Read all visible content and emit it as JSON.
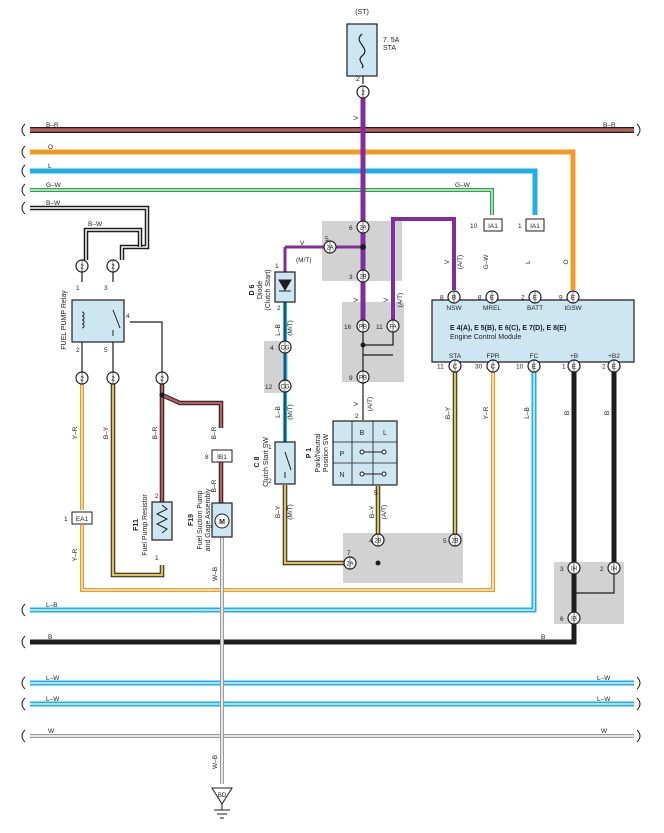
{
  "fuse": {
    "source": "(ST)",
    "rating": "7. 5A",
    "name": "STA",
    "pin": "2"
  },
  "bus_wires": {
    "br": "B–R",
    "o": "O",
    "l": "L",
    "gw": "G–W",
    "bw": "B–W",
    "lb": "L–B",
    "b": "B",
    "lw": "L–W",
    "w": "W",
    "wb": "W–B",
    "v": "V",
    "yr": "Y–R",
    "by": "B–Y",
    "mt": "(M/T)",
    "at": "(A/T)"
  },
  "connectors": {
    "c2A": "2A",
    "c2B": "2B",
    "cPB": "PB",
    "cFA": "FA",
    "cCG": "CG",
    "cIA1": "IA1",
    "cEA1": "EA1",
    "cIB1": "IB1",
    "c2": "2",
    "cIH": "IH",
    "cIB": "IB",
    "cBD": "BD",
    "cR": "R",
    "cE": "E",
    "cC": "C",
    "cM": "M"
  },
  "pins": {
    "p1": "1",
    "p2": "2",
    "p3": "3",
    "p4": "4",
    "p5": "5",
    "p6": "6",
    "p7": "7",
    "p8": "8",
    "p9": "9",
    "p10": "10",
    "p11": "11",
    "p12": "12",
    "p16": "16",
    "p30": "30"
  },
  "components": {
    "relay": "FUEL PUMP Relay",
    "diode_id": "D 6",
    "diode_name": "Diode",
    "diode_sub": "(Clutch Start)",
    "clutch_id": "C 8",
    "clutch_name": "Clutch Start SW",
    "pnp_id": "P 1",
    "pnp_name1": "Park/Neutral",
    "pnp_name2": "Position SW",
    "pnp_B": "B",
    "pnp_L": "L",
    "pnp_P": "P",
    "pnp_N": "N",
    "resistor_id": "F11",
    "resistor_name": "Fuel Pump Resistor",
    "pump_id": "F19",
    "pump_name1": "Fuel Suction Pump",
    "pump_name2": "and Gage Assembly"
  },
  "ecm": {
    "title": "E 4(A), E 5(B), E 6(C), E 7(D), E 8(E)",
    "subtitle": "Engine Control Module",
    "top": [
      {
        "pin": "8",
        "conn": "B",
        "label": "NSW"
      },
      {
        "pin": "8",
        "conn": "E",
        "label": "MREL"
      },
      {
        "pin": "2",
        "conn": "E",
        "label": "BATT"
      },
      {
        "pin": "9",
        "conn": "E",
        "label": "IGSW"
      }
    ],
    "bottom": [
      {
        "pin": "11",
        "conn": "C",
        "label": "STA"
      },
      {
        "pin": "30",
        "conn": "C",
        "label": "FPR"
      },
      {
        "pin": "10",
        "conn": "E",
        "label": "FC"
      },
      {
        "pin": "1",
        "conn": "E",
        "label": "+B"
      },
      {
        "pin": "2",
        "conn": "E",
        "label": "+B2"
      }
    ]
  },
  "colors": {
    "br": "#b65f5f",
    "orange": "#f39a22",
    "blue": "#22aee6",
    "green": "#26a54c",
    "violet": "#7f2f9b",
    "yellow": "#d8c25a",
    "black": "#1d1d1d",
    "gray": "#d2d2d2",
    "ecm_fill": "#cde6f2"
  }
}
